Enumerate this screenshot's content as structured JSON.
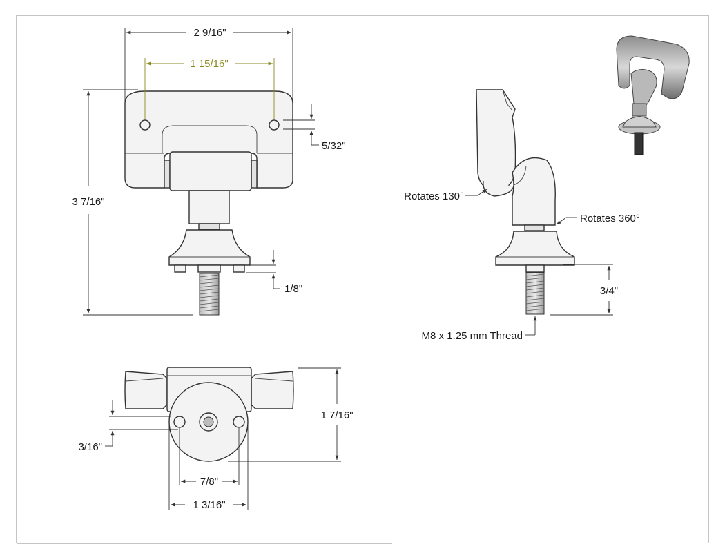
{
  "colors": {
    "accent": "#8a8a1e",
    "line": "#333333",
    "background": "#ffffff"
  },
  "dimensions": {
    "overall_width": "2 9/16\"",
    "hole_spacing": "1 15/16\"",
    "hole_offset": "5/32\"",
    "overall_height": "3 7/16\"",
    "base_thickness": "1/8\"",
    "thread_length": "3/4\"",
    "bottom_height": "1 7/16\"",
    "bottom_offset": "3/16\"",
    "base_hole_spacing": "7/8\"",
    "base_diameter": "1 3/16\""
  },
  "annotations": {
    "rotates_130": "Rotates 130°",
    "rotates_360": "Rotates 360°",
    "thread": "M8 x 1.25 mm Thread"
  }
}
